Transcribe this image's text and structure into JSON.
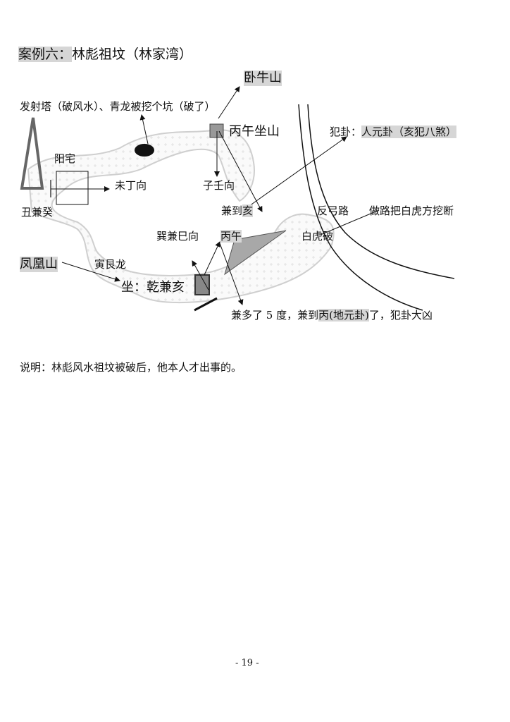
{
  "title": {
    "prefix": "案例六：",
    "main": "林彪祖坟（林家湾）"
  },
  "diagram": {
    "woniu_shan": "卧牛山",
    "tower_note": "发射塔（破风水）、青龙被挖个坑（破了）",
    "bingwu_zuoshan": "丙午坐山",
    "fangua_prefix": "犯卦：",
    "fangua_detail": "人元卦（亥犯八煞）",
    "yangzhai": "阳宅",
    "weiding_xiang": "未丁向",
    "ziren_xiang": "子壬向",
    "chou_jian_gui": "丑兼癸",
    "jian_dao_prefix": "兼到",
    "jian_dao_hai": "亥",
    "fangong_lu": "反弓路",
    "road_note": "做路把白虎方挖断",
    "xun_jian_si": "巽兼巳向",
    "bingwu": "丙午",
    "baihu_po": "白虎破",
    "fenghuang_shan": "凤凰山",
    "yingen_long": "寅艮龙",
    "zuo_qian_jian_hai": "坐：乾兼亥",
    "note_a": "兼多了 5 度，兼到",
    "note_b": "丙(地元卦)",
    "note_c": "了，犯卦大凶"
  },
  "explanation": "说明：林彪风水祖坟被破后，他本人才出事的。",
  "page_number": "- 19 -"
}
